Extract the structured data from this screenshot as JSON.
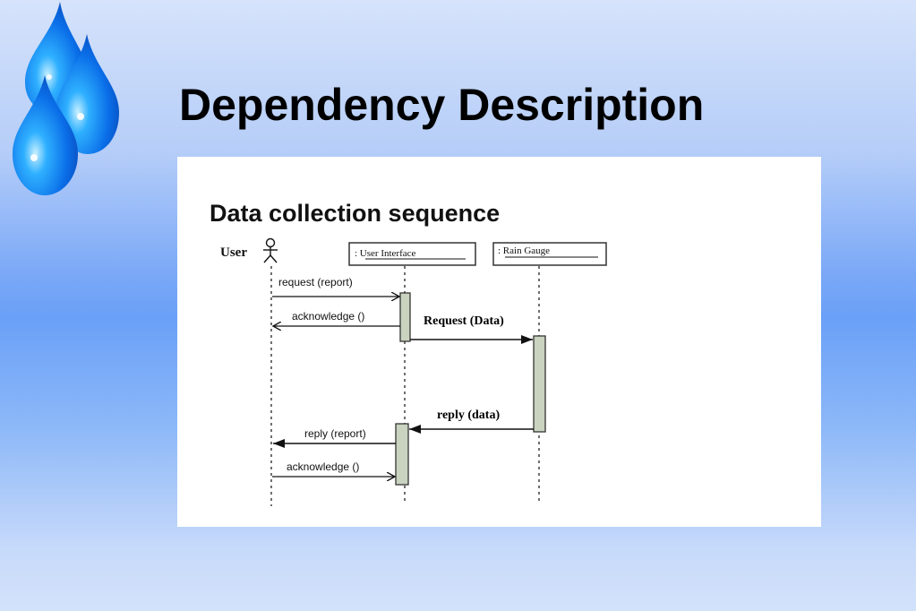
{
  "slide": {
    "title": "Dependency Description",
    "decoration": "water-drops"
  },
  "diagram": {
    "title": "Data collection sequence",
    "actor": {
      "label": "User",
      "icon": "stick-figure-icon"
    },
    "lifelines": [
      {
        "id": "ui",
        "label": ": User Interface"
      },
      {
        "id": "gauge",
        "label": ": Rain Gauge"
      }
    ],
    "messages": [
      {
        "from": "user",
        "to": "ui",
        "label": "request (report)",
        "style": "normal"
      },
      {
        "from": "ui",
        "to": "user",
        "label": "acknowledge ()",
        "style": "normal"
      },
      {
        "from": "ui",
        "to": "gauge",
        "label": "Request (Data)",
        "style": "bold"
      },
      {
        "from": "gauge",
        "to": "ui",
        "label": "reply (data)",
        "style": "bold"
      },
      {
        "from": "ui",
        "to": "user",
        "label": "reply (report)",
        "style": "normal"
      },
      {
        "from": "user",
        "to": "ui",
        "label": "acknowledge ()",
        "style": "normal"
      }
    ]
  },
  "colors": {
    "drop": "#1a8af0",
    "activation": "#c9d3c0"
  }
}
